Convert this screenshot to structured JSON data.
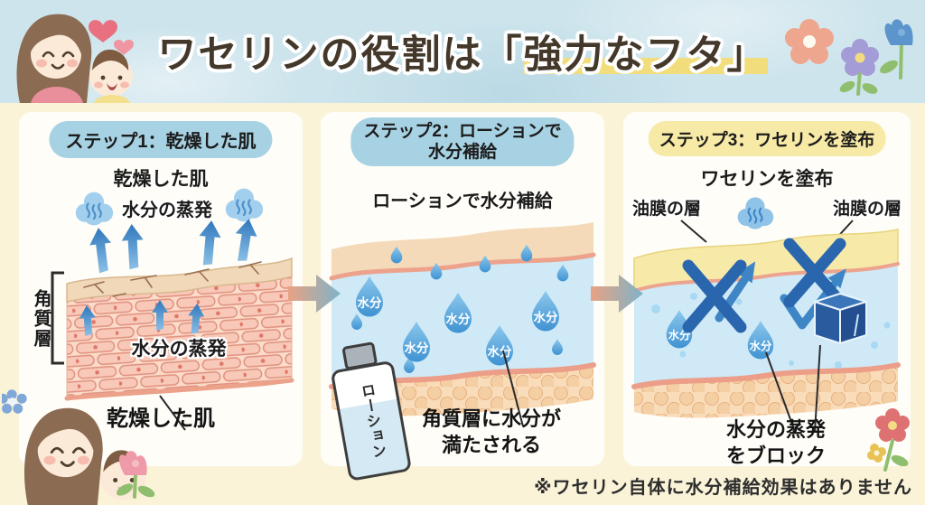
{
  "title": {
    "prefix": "ワセリンの役割は「",
    "highlight": "強力なフタ」"
  },
  "steps": [
    {
      "header": "ステップ1：乾燥した肌",
      "skin_label": "乾燥した肌",
      "evaporation_label": "水分の蒸発",
      "evaporation_label_inner": "水分の蒸発",
      "stratum_label": "角質層",
      "caption": "乾燥した肌"
    },
    {
      "header_line1": "ステップ2：ローションで",
      "header_line2": "水分補給",
      "title_label": "ローションで水分補給",
      "droplet_label": "水分",
      "bottle_label": "ローション",
      "caption_line1": "角質層に水分が",
      "caption_line2": "満たされる"
    },
    {
      "header": "ステップ3：ワセリンを塗布",
      "title_label": "ワセリンを塗布",
      "oil_label_left": "油膜の層",
      "oil_label_right": "油膜の層",
      "droplet_label": "水分",
      "caption_line1": "水分の蒸発",
      "caption_line2": "をブロック"
    }
  ],
  "footer_note": "※ワセリン自体に水分補給効果はありません",
  "icons": {
    "steam_cloud": "steam-cloud",
    "water_drop": "water-drop",
    "up_arrow": "evaporation-arrow",
    "block_x": "blocked-cross",
    "vaseline_cube": "vaseline-cube",
    "step_arrow": "next-step-arrow"
  },
  "colors": {
    "header_band": "#cde4ec",
    "page_bg": "#faf3d8",
    "panel_bg": "#fefdf8",
    "pill_blue": "#a7d2e3",
    "pill_yellow": "#f7e9a6",
    "title_text": "#43382a",
    "highlight": "#f2dd7d",
    "water_blue": "#4a9dd8",
    "deep_blue": "#2a66ae",
    "skin_tan": "#f0d8b8",
    "brick_pink": "#f8c9b8",
    "oil_yellow": "#f7eaa9"
  }
}
